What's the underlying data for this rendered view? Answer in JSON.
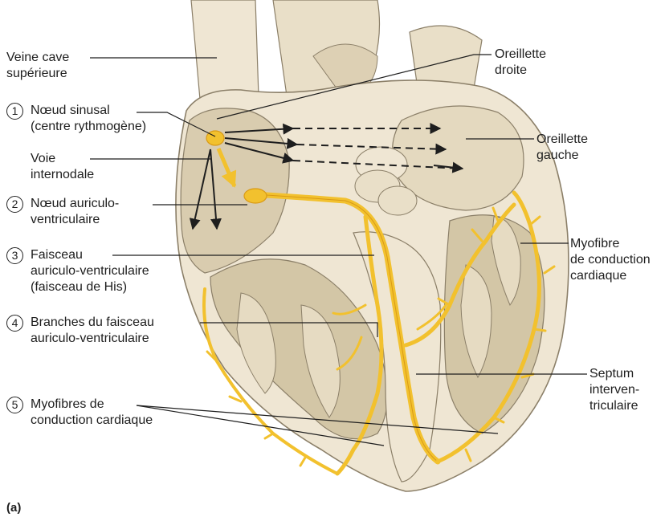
{
  "figure": {
    "caption": "(a)"
  },
  "labels": {
    "veine_cave": {
      "line1": "Veine cave",
      "line2": "supérieure"
    },
    "oreillette_droite": {
      "line1": "Oreillette",
      "line2": "droite"
    },
    "noeud_sinusal": {
      "number": "1",
      "line1": "Nœud sinusal",
      "line2": "(centre rythmogène)"
    },
    "voie_internodale": {
      "line1": "Voie",
      "line2": "internodale"
    },
    "oreillette_gauche": {
      "line1": "Oreillette",
      "line2": "gauche"
    },
    "noeud_av": {
      "number": "2",
      "line1": "Nœud auriculo-",
      "line2": "ventriculaire"
    },
    "faisceau": {
      "number": "3",
      "line1": "Faisceau",
      "line2": "auriculo-ventriculaire",
      "line3": "(faisceau de His)"
    },
    "myofibre_right": {
      "line1": "Myofibre",
      "line2": "de conduction",
      "line3": "cardiaque"
    },
    "branches": {
      "number": "4",
      "line1": "Branches du faisceau",
      "line2": "auriculo-ventriculaire"
    },
    "septum": {
      "line1": "Septum",
      "line2": "interven-",
      "line3": "triculaire"
    },
    "myofibres_bottom": {
      "number": "5",
      "line1": "Myofibres de",
      "line2": "conduction cardiaque"
    }
  },
  "colors": {
    "conduction": "#f2c12e",
    "conduction_dark": "#d99a16",
    "tissue": "#efe6d3",
    "tissue_shadow": "#ddd0b4",
    "chamber": "#d3c6a6",
    "outline": "#8b7f68",
    "leader": "#1e1e1e"
  }
}
